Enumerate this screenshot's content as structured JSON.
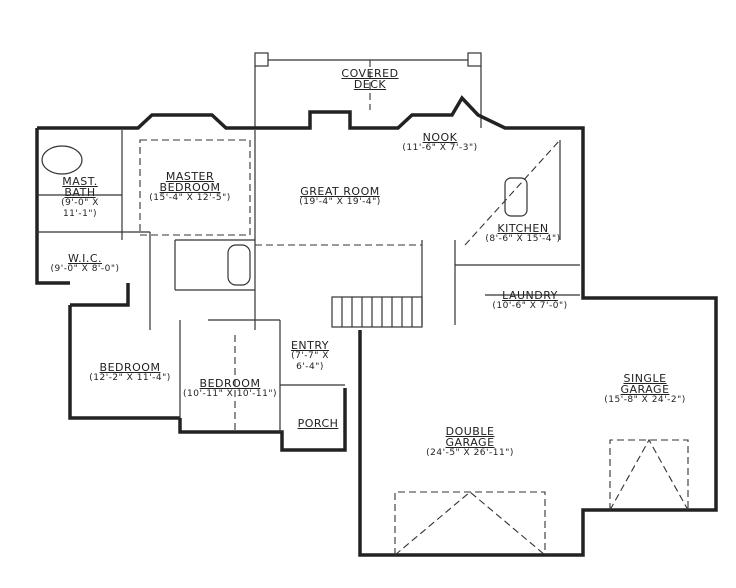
{
  "rooms": [
    {
      "name": "COVERED DECK",
      "line1": "COVERED",
      "line2": "DECK",
      "size": ""
    },
    {
      "name": "NOOK",
      "size": "(11'-6\" X 7'-3\")"
    },
    {
      "name": "MASTER BEDROOM",
      "line1": "MASTER",
      "line2": "BEDROOM",
      "size": "(15'-4\" X 12'-5\")"
    },
    {
      "name": "GREAT ROOM",
      "size": "(19'-4\" X 19'-4\")"
    },
    {
      "name": "MAST. BATH",
      "line1": "MAST.",
      "line2": "BATH",
      "size": "(9'-0\" X",
      "size2": "11'-1\")"
    },
    {
      "name": "KITCHEN",
      "size": "(8'-6\" X 15'-4\")"
    },
    {
      "name": "W.I.C.",
      "size": "(9'-0\" X 8'-0\")"
    },
    {
      "name": "LAUNDRY",
      "size": "(10'-6\" X 7'-0\")"
    },
    {
      "name": "ENTRY",
      "size": "(7'-7\" X",
      "size2": "6'-4\")"
    },
    {
      "name": "BEDROOM",
      "size": "(12'-2\" X 11'-4\")"
    },
    {
      "name": "BEDROOM",
      "size": "(10'-11\" X 10'-11\")"
    },
    {
      "name": "SINGLE GARAGE",
      "line1": "SINGLE",
      "line2": "GARAGE",
      "size": "(15'-8\" X 24'-2\")"
    },
    {
      "name": "PORCH",
      "size": ""
    },
    {
      "name": "DOUBLE GARAGE",
      "line1": "DOUBLE",
      "line2": "GARAGE",
      "size": "(24'-5\" X 26'-11\")"
    }
  ],
  "colors": {
    "line": "#222222",
    "background": "#ffffff"
  }
}
